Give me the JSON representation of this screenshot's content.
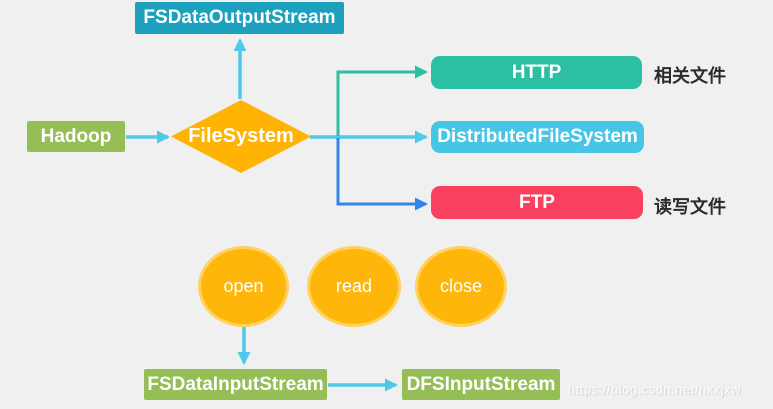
{
  "diagram": {
    "nodes": {
      "fs_data_output_stream": {
        "label": "FSDataOutputStream",
        "shape": "rect"
      },
      "hadoop": {
        "label": "Hadoop",
        "shape": "rect"
      },
      "file_system": {
        "label": "FileSystem",
        "shape": "diamond"
      },
      "http": {
        "label": "HTTP",
        "shape": "pill"
      },
      "distributed_file_system": {
        "label": "DistributedFileSystem",
        "shape": "pill"
      },
      "ftp": {
        "label": "FTP",
        "shape": "pill"
      },
      "open": {
        "label": "open",
        "shape": "ellipse"
      },
      "read": {
        "label": "read",
        "shape": "ellipse"
      },
      "close": {
        "label": "close",
        "shape": "ellipse"
      },
      "fs_data_input_stream": {
        "label": "FSDataInputStream",
        "shape": "rect"
      },
      "dfs_input_stream": {
        "label": "DFSInputStream",
        "shape": "rect"
      }
    },
    "annotations": {
      "related_files": "相关文件",
      "read_write_files": "读写文件"
    },
    "edges": [
      {
        "from": "hadoop",
        "to": "file_system",
        "color_key": "arrow_cyan"
      },
      {
        "from": "file_system",
        "to": "fs_data_output_stream",
        "color_key": "arrow_cyan"
      },
      {
        "from": "file_system",
        "to": "http",
        "color_key": "arrow_green"
      },
      {
        "from": "file_system",
        "to": "distributed_file_system",
        "color_key": "arrow_cyan"
      },
      {
        "from": "file_system",
        "to": "ftp",
        "color_key": "arrow_blue"
      },
      {
        "from": "open",
        "to": "fs_data_input_stream",
        "color_key": "arrow_cyan"
      },
      {
        "from": "fs_data_input_stream",
        "to": "dfs_input_stream",
        "color_key": "arrow_cyan"
      }
    ],
    "watermark": "https://blog.csdn.net/hxxjxw"
  },
  "palette": {
    "background": "#F0F0F0",
    "teal_box": "#1CA0BD",
    "green_box": "#95BE57",
    "diamond_fill": "#FFB405",
    "ellipse_fill": "#FFB60A",
    "ellipse_ring": "#FFD25E",
    "http_box": "#2DBFA3",
    "dfs_box": "#47C5E4",
    "ftp_box": "#F9415F",
    "arrow_cyan": "#4EC9E8",
    "arrow_green": "#2DBFA3",
    "arrow_blue": "#3385E8",
    "annotation_text": "#2B2B2B",
    "watermark_text": "#E3E3E3"
  }
}
